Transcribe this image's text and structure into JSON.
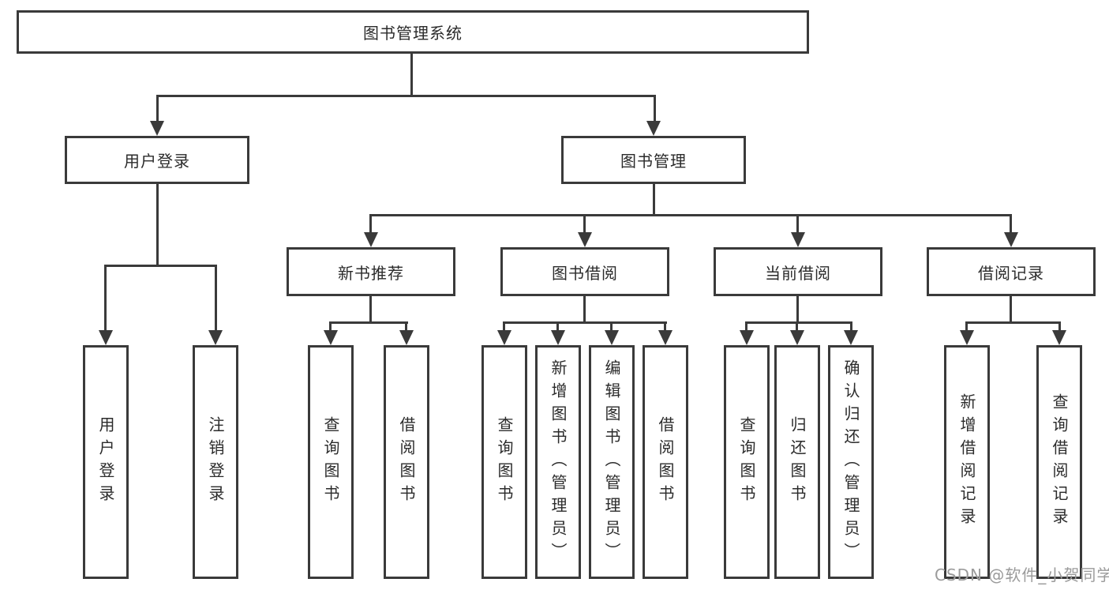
{
  "diagram_title": "图书管理系统",
  "nodes": {
    "root": "图书管理系统",
    "user_login": "用户登录",
    "book_management": "图书管理",
    "new_book_recommend": "新书推荐",
    "book_borrowing": "图书借阅",
    "current_borrowing": "当前借阅",
    "borrowing_records": "借阅记录",
    "leaves": {
      "user_login": [
        "用户登录",
        "注销登录"
      ],
      "new_book_recommend": [
        "查询图书",
        "借阅图书"
      ],
      "book_borrowing": [
        "查询图书",
        "新增图书（管理员）",
        "编辑图书（管理员）",
        "借阅图书"
      ],
      "current_borrowing": [
        "查询图书",
        "归还图书",
        "确认归还（管理员）"
      ],
      "borrowing_records": [
        "新增借阅记录",
        "查询借阅记录"
      ]
    }
  },
  "watermark": "CSDN @软件_小贺同学",
  "colors": {
    "line": "#3a3a3a",
    "text": "#2b2b2b",
    "watermark": "#9b9b9b",
    "background": "#ffffff"
  }
}
